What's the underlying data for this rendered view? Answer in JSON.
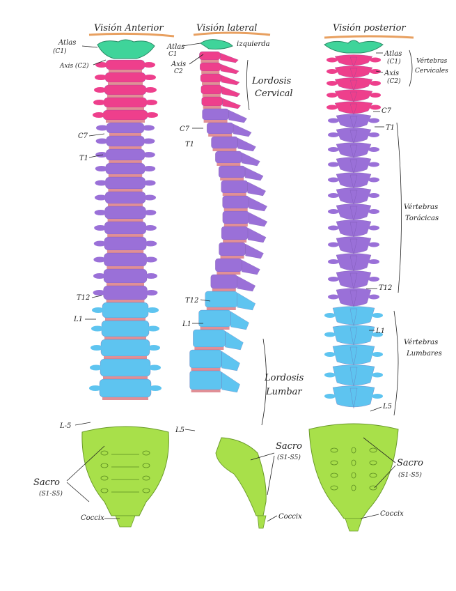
{
  "colors": {
    "cervical_c1c2": "#3fd49a",
    "cervical": "#ee3f8c",
    "thoracic": "#9a70d8",
    "lumbar": "#5ec4f0",
    "sacrum": "#a8e04a",
    "disc": "#e08f96",
    "title_underline": "#e8a060",
    "ink": "#222222"
  },
  "views": {
    "anterior": {
      "title": "Visión Anterior",
      "labels": {
        "atlas": "Atlas",
        "c1": "(C1)",
        "axis": "Axis (C2)",
        "c7": "C7",
        "t1": "T1",
        "t12": "T12",
        "l1": "L1",
        "l5": "L-5",
        "sacro": "Sacro",
        "sacro_range": "(S1-S5)",
        "coccix": "Coccix"
      }
    },
    "lateral": {
      "title": "Visión lateral",
      "subtitle": "izquierda",
      "labels": {
        "atlas": "Atlas",
        "c1": "C1",
        "axis": "Axis",
        "c2": "C2",
        "lordosis_cervical_1": "Lordosis",
        "lordosis_cervical_2": "Cervical",
        "c7": "C7",
        "t1": "T1",
        "t12": "T12",
        "l1": "L1",
        "lordosis_lumbar_1": "Lordosis",
        "lordosis_lumbar_2": "Lumbar",
        "l5": "L5",
        "sacro": "Sacro",
        "sacro_range": "(S1-S5)",
        "coccix": "Coccix"
      }
    },
    "posterior": {
      "title": "Visión posterior",
      "labels": {
        "atlas": "Atlas",
        "c1": "(C1)",
        "axis": "Axis",
        "c2": "(C2)",
        "vert_cervicales_1": "Vértebras",
        "vert_cervicales_2": "Cervicales",
        "c7": "C7",
        "t1": "T1",
        "vert_toracicas_1": "Vértebras",
        "vert_toracicas_2": "Torácicas",
        "t12": "T12",
        "l1": "L1",
        "vert_lumbares_1": "Vértebras",
        "vert_lumbares_2": "Lumbares",
        "l5": "L5",
        "sacro": "Sacro",
        "sacro_range": "(S1-S5)",
        "coccix": "Coccix"
      }
    }
  }
}
